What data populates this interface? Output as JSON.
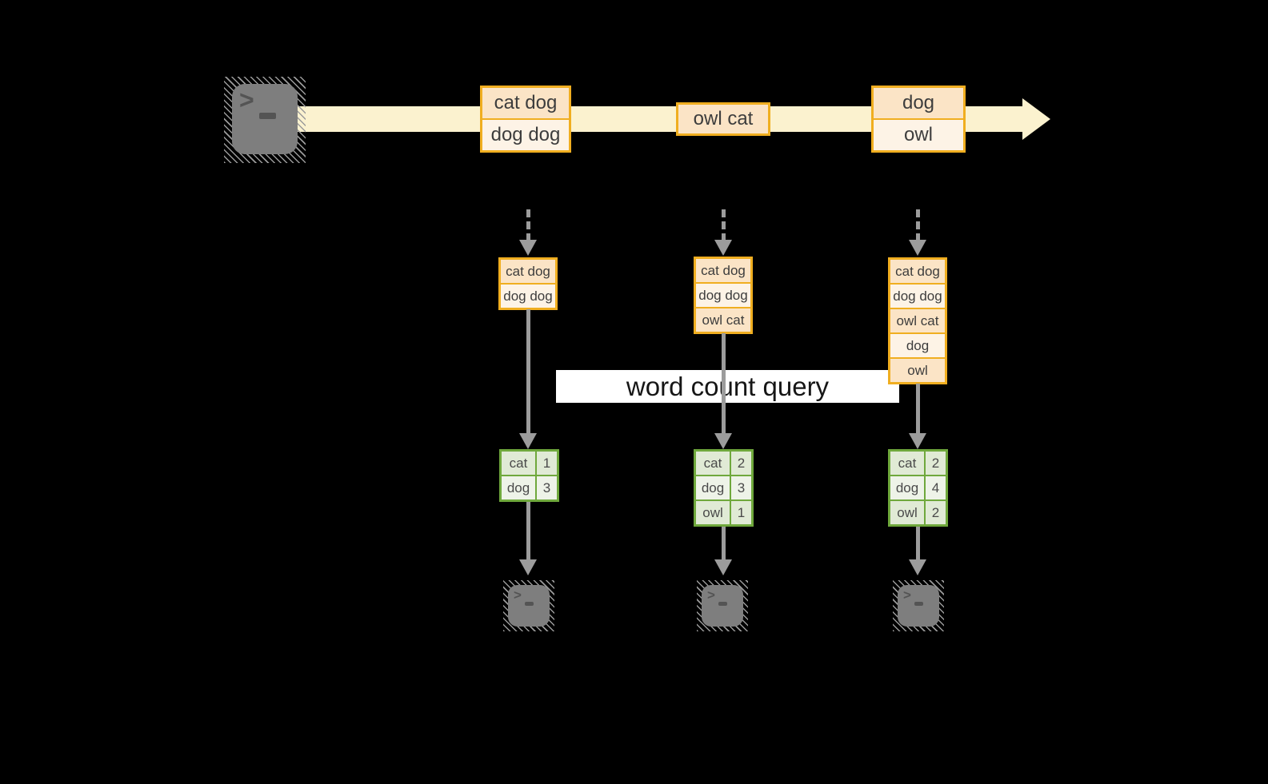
{
  "query_label": "word count query",
  "stream": {
    "records": [
      {
        "lines": [
          "cat dog",
          "dog dog"
        ]
      },
      {
        "lines": [
          "owl cat"
        ]
      },
      {
        "lines": [
          "dog",
          "owl"
        ]
      }
    ]
  },
  "pipelines": [
    {
      "buffer": [
        "cat dog",
        "dog dog"
      ],
      "counts": [
        {
          "word": "cat",
          "value": "1"
        },
        {
          "word": "dog",
          "value": "3"
        }
      ]
    },
    {
      "buffer": [
        "cat dog",
        "dog dog",
        "owl cat"
      ],
      "counts": [
        {
          "word": "cat",
          "value": "2"
        },
        {
          "word": "dog",
          "value": "3"
        },
        {
          "word": "owl",
          "value": "1"
        }
      ]
    },
    {
      "buffer": [
        "cat dog",
        "dog dog",
        "owl cat",
        "dog",
        "owl"
      ],
      "counts": [
        {
          "word": "cat",
          "value": "2"
        },
        {
          "word": "dog",
          "value": "4"
        },
        {
          "word": "owl",
          "value": "2"
        }
      ]
    }
  ],
  "icons": {
    "source_terminal": "terminal-prompt",
    "sink_terminal": "terminal-prompt",
    "prompt_char": ">"
  },
  "colors": {
    "background": "#000000",
    "stream_fill": "#fbf2cf",
    "record_border": "#f0ae20",
    "record_fill_dark": "#fbe4c6",
    "record_fill_light": "#fdf3e6",
    "table_border": "#6fa83c",
    "table_fill_dark": "#e0ead5",
    "table_fill_light": "#eef3e8",
    "arrow_gray": "#9c9c9c",
    "terminal_gray": "#7e7e7e",
    "query_band_bg": "#ffffff"
  }
}
